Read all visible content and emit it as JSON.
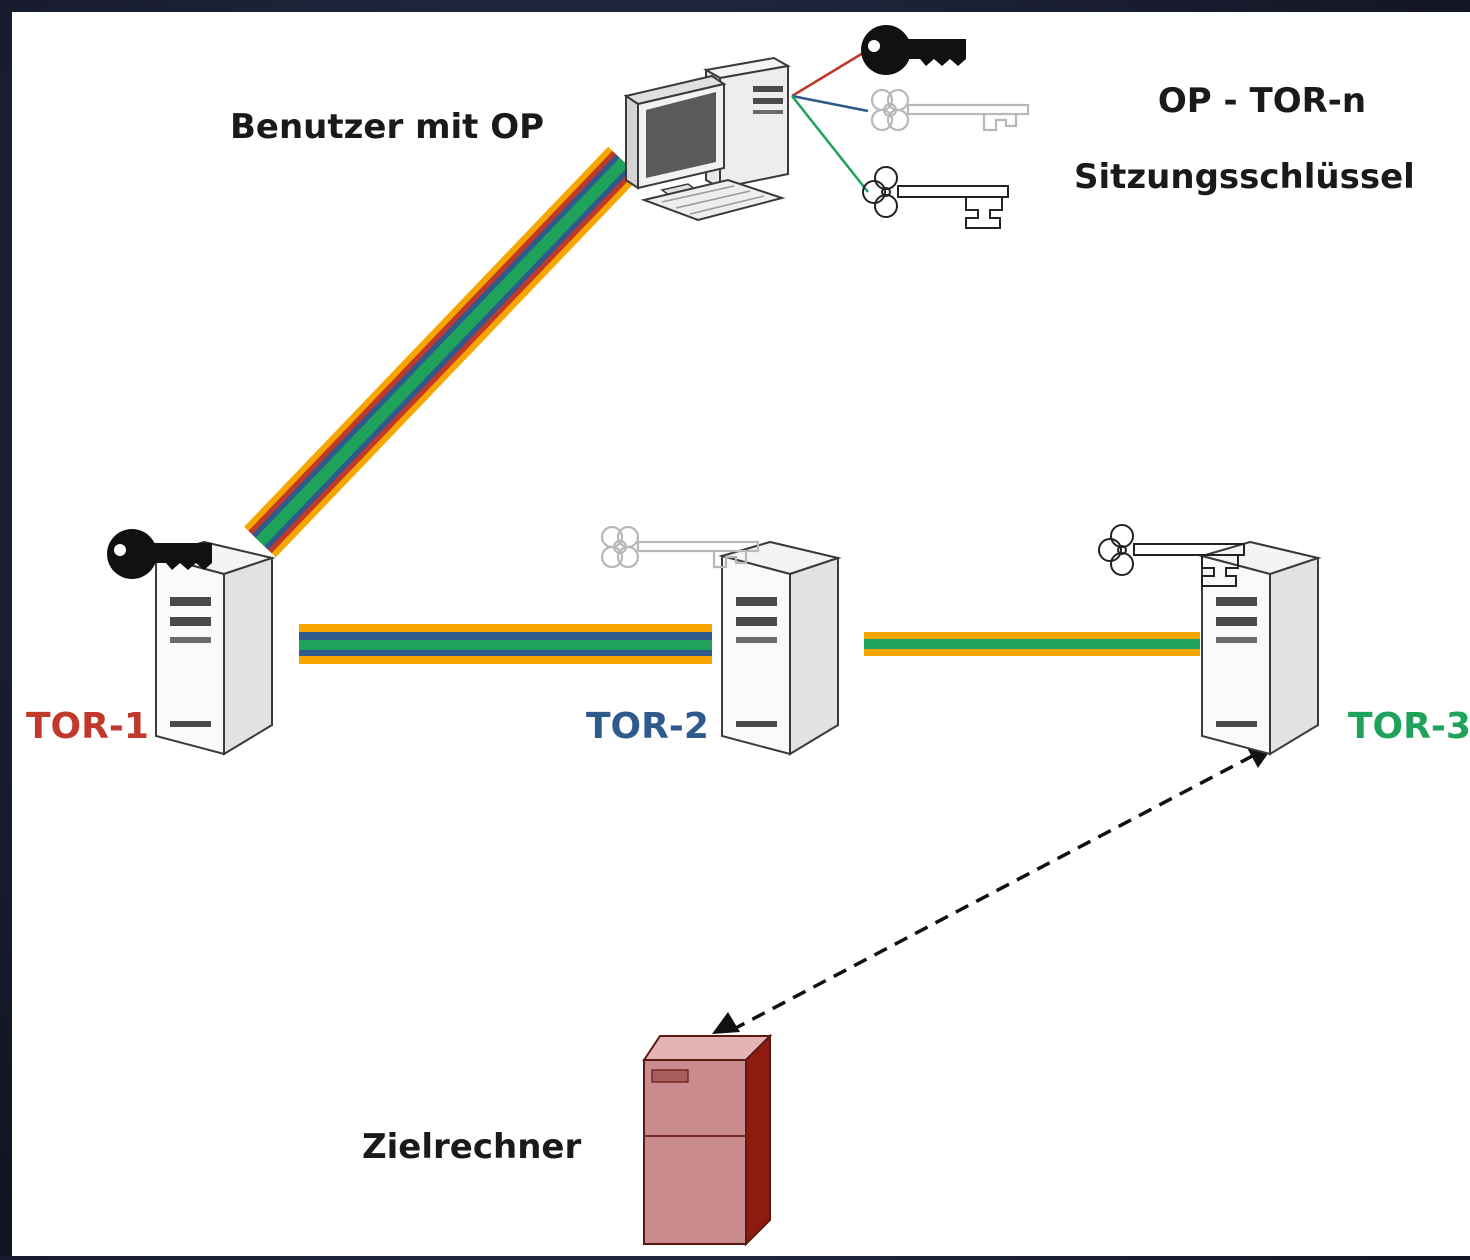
{
  "diagram": {
    "labels": {
      "user": "Benutzer mit OP",
      "keys_title_line1": "OP - TOR-n",
      "keys_title_line2": "Sitzungsschlüssel",
      "tor1": "TOR-1",
      "tor2": "TOR-2",
      "tor3": "TOR-3",
      "target": "Zielrechner"
    },
    "colors": {
      "tor1": "#c0392b",
      "tor2": "#2e5a8c",
      "tor3": "#1fa35a",
      "outer_layer": "#f7a600",
      "target_server": "#c98b8b",
      "target_server_dark": "#8f1a10"
    },
    "icons": {
      "user": "desktop-computer-icon",
      "key1": "black-key-icon",
      "key2": "ornate-white-key-icon",
      "key3": "white-key-icon",
      "server": "tower-server-icon",
      "target": "target-server-icon"
    }
  }
}
